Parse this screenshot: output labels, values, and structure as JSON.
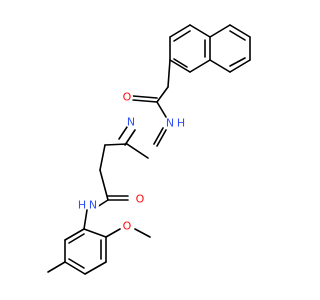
{
  "molecule": {
    "atom_labels": {
      "o_acyl": "O",
      "nh_hydrazide": "N",
      "h_hydrazide": "H",
      "n_imine": "N",
      "o_amide": "O",
      "nh_amide": "N",
      "h_amide": "H",
      "o_methoxy": "O"
    }
  },
  "colors": {
    "bond": "#000000",
    "oxygen": "#ff0d0d",
    "nitrogen": "#3050f8",
    "background": "#ffffff"
  }
}
